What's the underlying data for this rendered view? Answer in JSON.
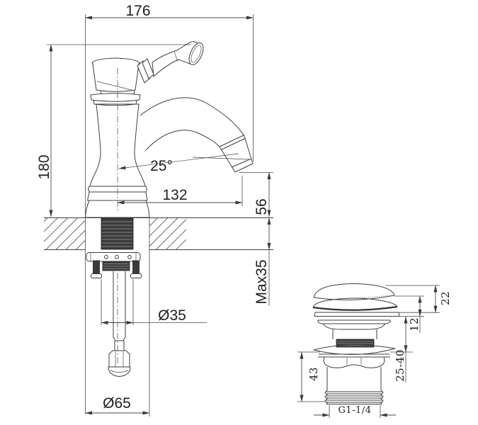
{
  "drawing": {
    "faucet": {
      "overall_width": "176",
      "overall_height": "180",
      "spout_reach": "132",
      "spout_angle": "25°",
      "outlet_height": "56",
      "max_deck_thickness": "Max35",
      "hole_diameter": "Ø35",
      "base_diameter": "Ø65"
    },
    "drain": {
      "cap_height": "22",
      "flange_height": "12",
      "clamp_range": "25-40",
      "body_height": "43",
      "thread_size": "G1-1/4"
    }
  }
}
